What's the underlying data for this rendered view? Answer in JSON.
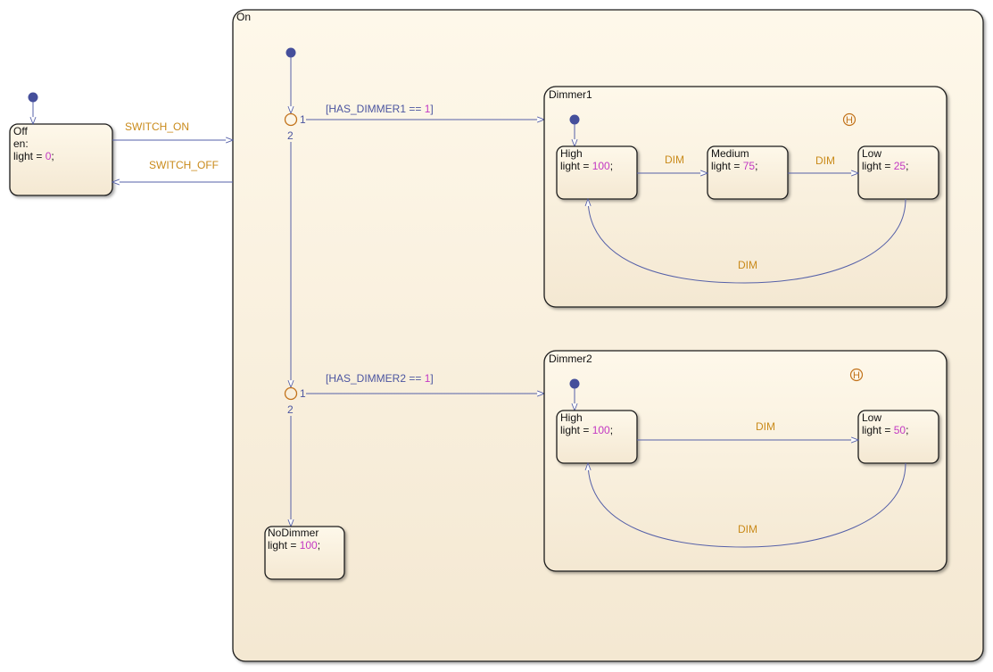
{
  "diagram": {
    "type": "stateflow-chart",
    "colors": {
      "transition": "#5560a8",
      "default_dot": "#454f9b",
      "event_label": "#c98a1a",
      "guard_label": "#4b55a0",
      "numeric_literal": "#c339c3",
      "junction": "#c2721a",
      "state_fill_top": "#fef8ea",
      "state_fill_bottom": "#f4e8d2",
      "state_border": "#1a1a1a"
    },
    "states": {
      "off": {
        "name": "Off",
        "entry_label": "en:",
        "action_prefix": "light = ",
        "value": "0",
        "suffix": ";"
      },
      "on": {
        "name": "On"
      },
      "dimmer1": {
        "name": "Dimmer1",
        "history": "H"
      },
      "d1_high": {
        "name": "High",
        "action_prefix": "light = ",
        "value": "100",
        "suffix": ";"
      },
      "d1_medium": {
        "name": "Medium",
        "action_prefix": "light = ",
        "value": "75",
        "suffix": ";"
      },
      "d1_low": {
        "name": "Low",
        "action_prefix": "light = ",
        "value": "25",
        "suffix": ";"
      },
      "dimmer2": {
        "name": "Dimmer2",
        "history": "H"
      },
      "d2_high": {
        "name": "High",
        "action_prefix": "light = ",
        "value": "100",
        "suffix": ";"
      },
      "d2_low": {
        "name": "Low",
        "action_prefix": "light = ",
        "value": "50",
        "suffix": ";"
      },
      "nodimmer": {
        "name": "NoDimmer",
        "action_prefix": "light = ",
        "value": "100",
        "suffix": ";"
      }
    },
    "transitions": {
      "switch_on": "SWITCH_ON",
      "switch_off": "SWITCH_OFF",
      "guard1": {
        "prefix": "[HAS_DIMMER1 == ",
        "value": "1",
        "suffix": "]"
      },
      "guard2": {
        "prefix": "[HAS_DIMMER2 == ",
        "value": "1",
        "suffix": "]"
      },
      "junction_port_1": "1",
      "junction_port_2": "2",
      "dim": "DIM"
    }
  }
}
